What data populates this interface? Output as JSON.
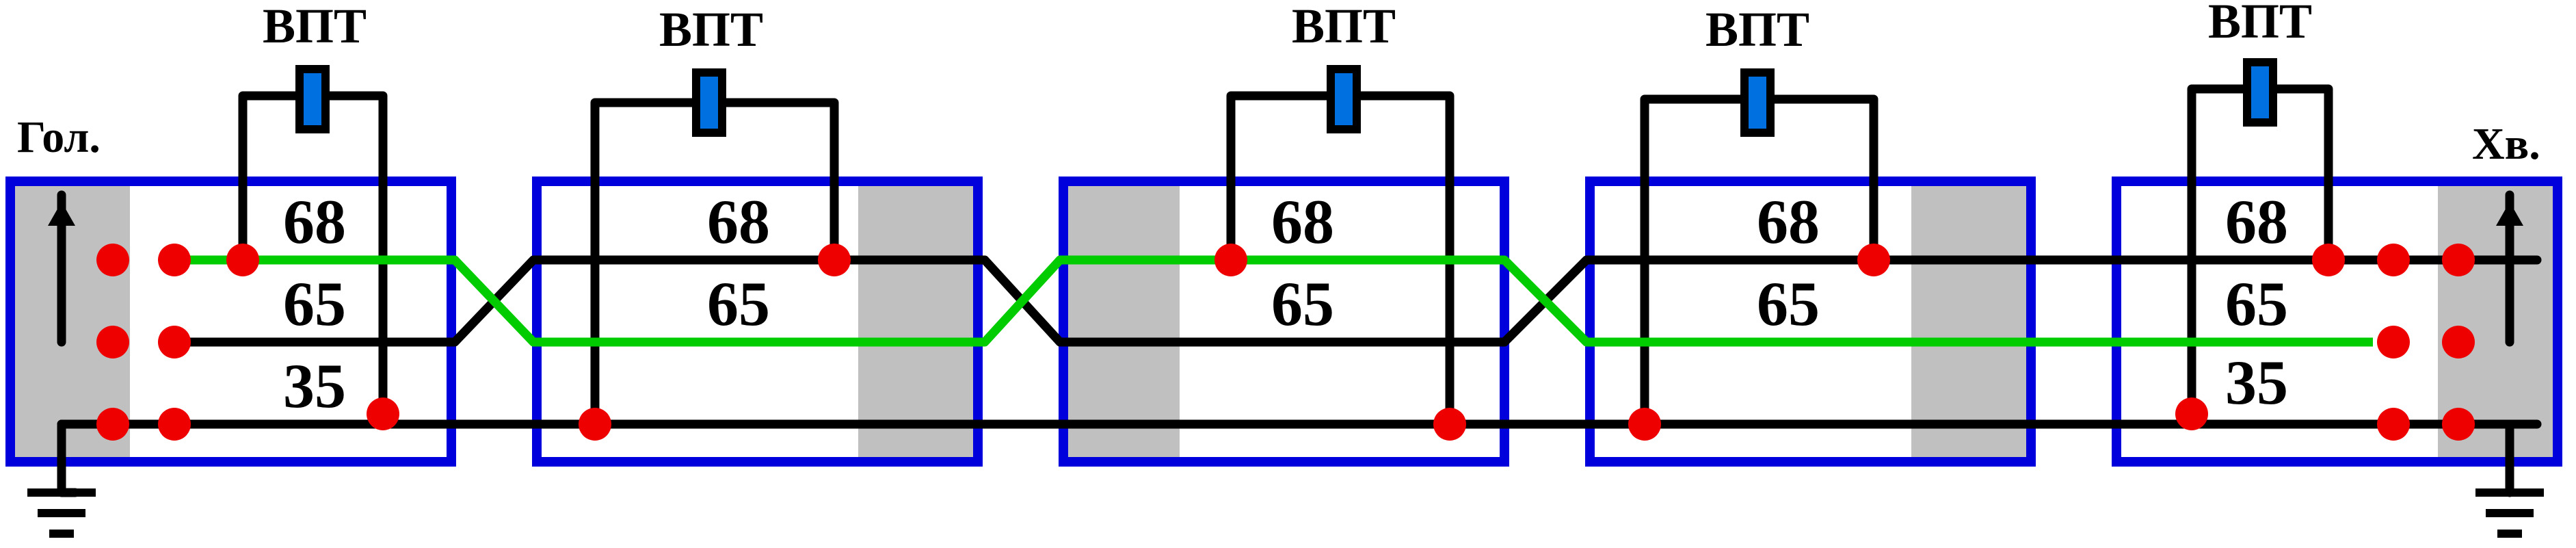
{
  "vpt_label": "ВПТ",
  "head_label": "Гол.",
  "tail_label": "Хв.",
  "numbers": {
    "n68": "68",
    "n65": "65",
    "n35": "35"
  },
  "colors": {
    "box": "#0000dd",
    "shade": "#c0c0c0",
    "wire": "#000000",
    "green": "#00cc00",
    "dot": "#ee0000",
    "resistor": "#0070e0"
  },
  "icons": [
    "ground-icon",
    "arrow-up-icon",
    "resistor-icon",
    "terminal-dot"
  ]
}
